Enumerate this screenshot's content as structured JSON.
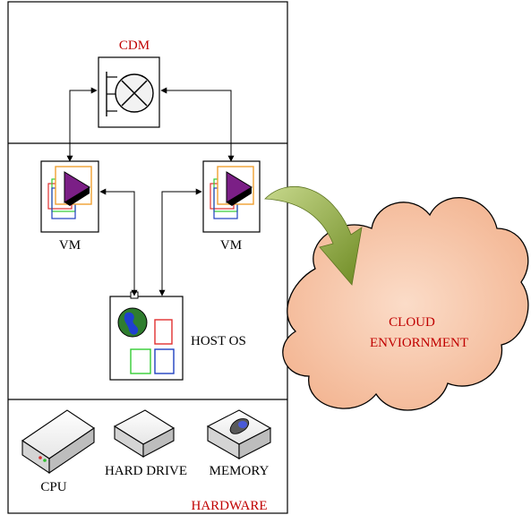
{
  "labels": {
    "cdm": "CDM",
    "vm_left": "VM",
    "vm_right": "VM",
    "host_os": "HOST OS",
    "cloud_line1": "CLOUD",
    "cloud_line2": "ENVIORNMENT",
    "cpu": "CPU",
    "hard_drive": "HARD DRIVE",
    "memory": "MEMORY",
    "hardware": "HARDWARE"
  },
  "colors": {
    "accent_red": "#c00000",
    "box_stroke": "#000000",
    "vm_play": "#7b1f86",
    "vm_frame_orange": "#f0a030",
    "host_red": "#e03030",
    "host_green": "#33cc33",
    "host_blue": "#2040c0",
    "globe_green": "#2f7d2f",
    "globe_blue": "#1f3fd0",
    "cloud_fill": "#f6c6a6",
    "cloud_arrow": "#8aa83c"
  },
  "icons": {
    "cdm": "cdm-crossed-circle-icon",
    "vm": "vm-play-icon",
    "host": "host-os-globe-icon",
    "cpu": "cpu-box-icon",
    "hard_drive": "hard-drive-icon",
    "memory": "memory-icon",
    "cloud": "cloud-icon",
    "curved_arrow": "curved-arrow-icon"
  }
}
